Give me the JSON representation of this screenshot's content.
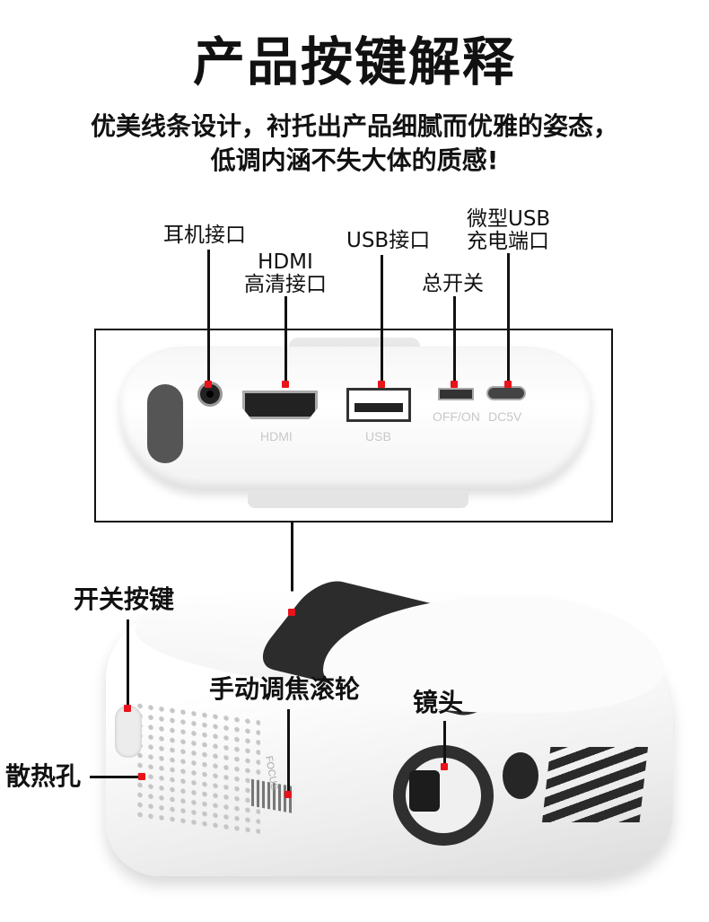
{
  "title": "产品按键解释",
  "subtitle": {
    "line1": "优美线条设计，衬托出产品细腻而优雅的姿态，",
    "line2": "低调内涵不失大体的质感!"
  },
  "back_panel": {
    "callouts": {
      "headphone": "耳机接口",
      "hdmi_line1": "HDMI",
      "hdmi_line2": "高清接口",
      "usb": "USB接口",
      "power_switch": "总开关",
      "micro_usb_line1": "微型USB",
      "micro_usb_line2": "充电端口"
    },
    "printed": {
      "hdmi": "HDMI",
      "usb": "USB",
      "switch": "OFF/ON",
      "dc": "DC5V"
    }
  },
  "projector": {
    "callouts": {
      "power_button": "开关按键",
      "focus_wheel": "手动调焦滚轮",
      "lens": "镜头",
      "vent_holes": "散热孔"
    },
    "printed": {
      "focus": "FOCUS"
    }
  },
  "colors": {
    "marker": "#e8131b",
    "line": "#111111"
  }
}
